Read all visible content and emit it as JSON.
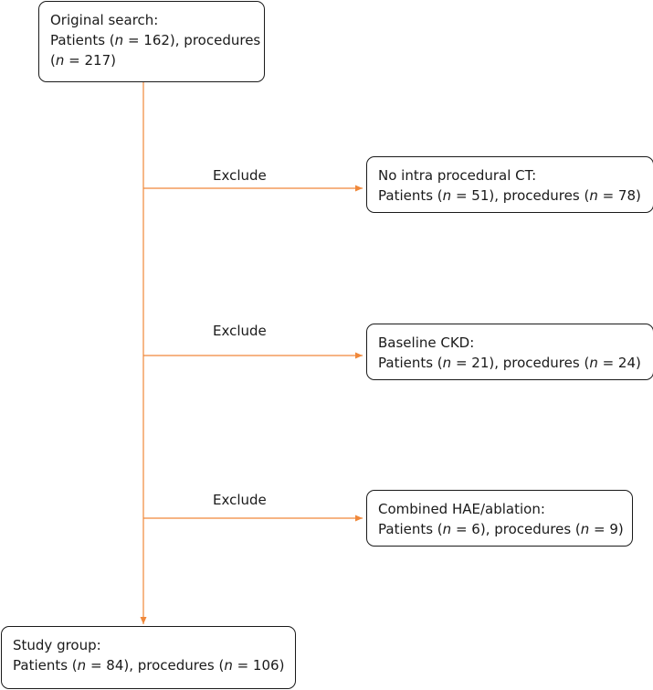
{
  "start": {
    "title": "Original search:",
    "line1": [
      "Patients (",
      "n",
      " = 162), procedures"
    ],
    "line2": [
      "(",
      "n",
      " = 217)"
    ]
  },
  "excludes": [
    {
      "label": "Exclude",
      "title": "No intra procedural CT:",
      "line": [
        "Patients (",
        "n",
        " = 51), procedures (",
        "n",
        " = 78)"
      ]
    },
    {
      "label": "Exclude",
      "title": "Baseline CKD:",
      "line": [
        "Patients (",
        "n",
        " = 21), procedures (",
        "n",
        " = 24)"
      ]
    },
    {
      "label": "Exclude",
      "title": "Combined HAE/ablation:",
      "line": [
        "Patients (",
        "n",
        " = 6), procedures (",
        "n",
        " = 9)"
      ]
    }
  ],
  "end": {
    "title": "Study group:",
    "line": [
      "Patients (",
      "n",
      " = 84), procedures (",
      "n",
      " = 106)"
    ]
  },
  "colors": {
    "arrow": "#f0883a",
    "border": "#1a1a1a"
  }
}
